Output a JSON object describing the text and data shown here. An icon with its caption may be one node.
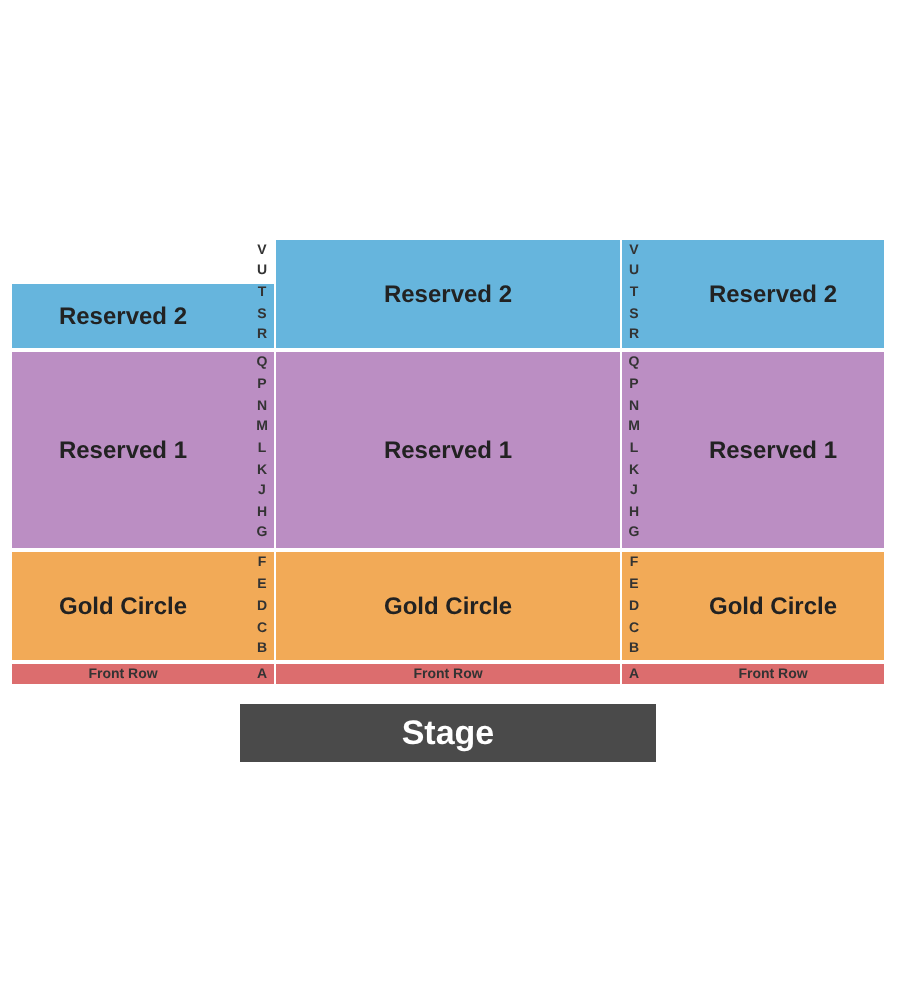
{
  "diagram": {
    "nodes": [
      {
        "text": [
          "Reserved 2"
        ]
      },
      {
        "text": [
          "Reserved 2"
        ]
      },
      {
        "text": [
          "Reserved 2"
        ]
      },
      {
        "text": [
          "Reserved 1"
        ]
      },
      {
        "text": [
          "Reserved 1"
        ]
      },
      {
        "text": [
          "Reserved 1"
        ]
      },
      {
        "text": [
          "Gold Circle"
        ]
      },
      {
        "text": [
          "Gold Circle"
        ]
      },
      {
        "text": [
          "Gold Circle"
        ]
      },
      {
        "text": [
          "Front Row"
        ]
      },
      {
        "text": [
          "Front Row"
        ]
      },
      {
        "text": [
          "Front Row"
        ]
      },
      {
        "text": [
          "Stage"
        ]
      }
    ],
    "labels": [
      "V",
      "U",
      "T",
      "S",
      "R",
      "Q",
      "P",
      "N",
      "M",
      "L",
      "K",
      "J",
      "H",
      "G",
      "F",
      "E",
      "D",
      "C",
      "B",
      "A",
      "V",
      "U",
      "T",
      "S",
      "R",
      "Q",
      "P",
      "N",
      "M",
      "L",
      "K",
      "J",
      "H",
      "G",
      "F",
      "E",
      "D",
      "C",
      "B",
      "A"
    ]
  }
}
